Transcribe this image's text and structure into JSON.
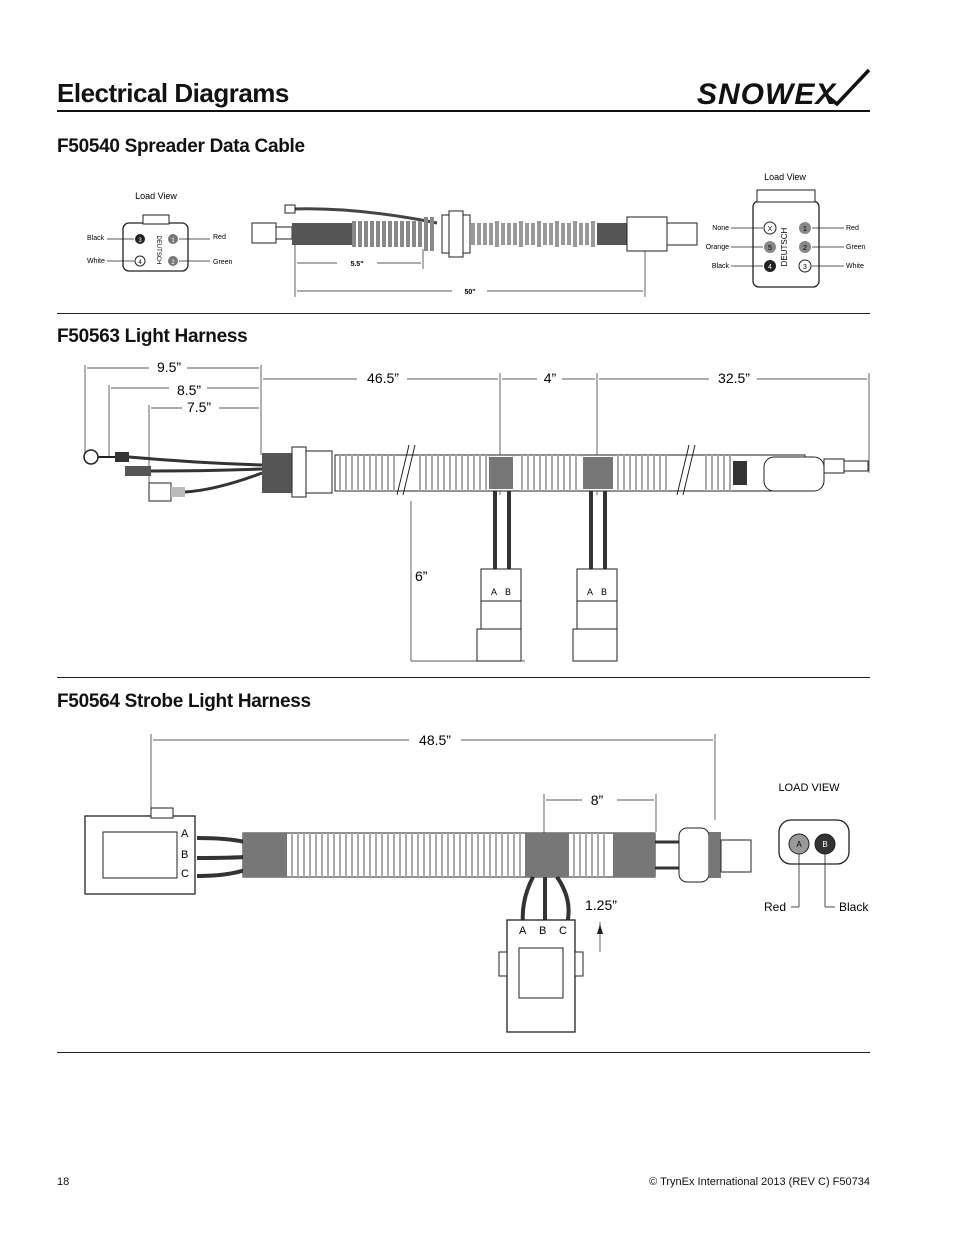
{
  "header": {
    "title": "Electrical Diagrams",
    "logo_text": "SnowEx"
  },
  "sections": {
    "data_cable": {
      "title": "F50540 Spreader Data Cable",
      "left_connector": {
        "caption": "Load View",
        "brand": "DEUTSCH",
        "pins": [
          {
            "number": "3",
            "label": "Black"
          },
          {
            "number": "1",
            "label": "Red"
          },
          {
            "number": "4",
            "label": "White"
          },
          {
            "number": "2",
            "label": "Green"
          }
        ]
      },
      "right_connector": {
        "caption": "Load View",
        "brand": "DEUTSCH",
        "pins": [
          {
            "left_label": "None",
            "left_mark": "X",
            "right_mark": "1",
            "right_label": "Red"
          },
          {
            "left_label": "Orange",
            "left_mark": "5",
            "right_mark": "2",
            "right_label": "Green"
          },
          {
            "left_label": "Black",
            "left_mark": "4",
            "right_mark": "3",
            "right_label": "White"
          }
        ]
      },
      "dimensions": [
        "5.5\"",
        "50\""
      ]
    },
    "light_harness": {
      "title": "F50563 Light Harness",
      "dimensions": [
        "9.5”",
        "8.5”",
        "7.5”",
        "46.5”",
        "4”",
        "32.5”",
        "6”"
      ],
      "connector_pins": [
        "A",
        "B"
      ]
    },
    "strobe_harness": {
      "title": "F50564 Strobe Light Harness",
      "dimensions": [
        "48.5”",
        "8”",
        "1.25”"
      ],
      "connector_pins": [
        "A",
        "B",
        "C"
      ],
      "load_view": {
        "caption": "LOAD VIEW",
        "pins": [
          "A",
          "B"
        ],
        "wires": [
          "Red",
          "Black"
        ]
      }
    }
  },
  "footer": {
    "page_number": "18",
    "copyright": "© TrynEx International 2013 (REV C) F50734"
  }
}
